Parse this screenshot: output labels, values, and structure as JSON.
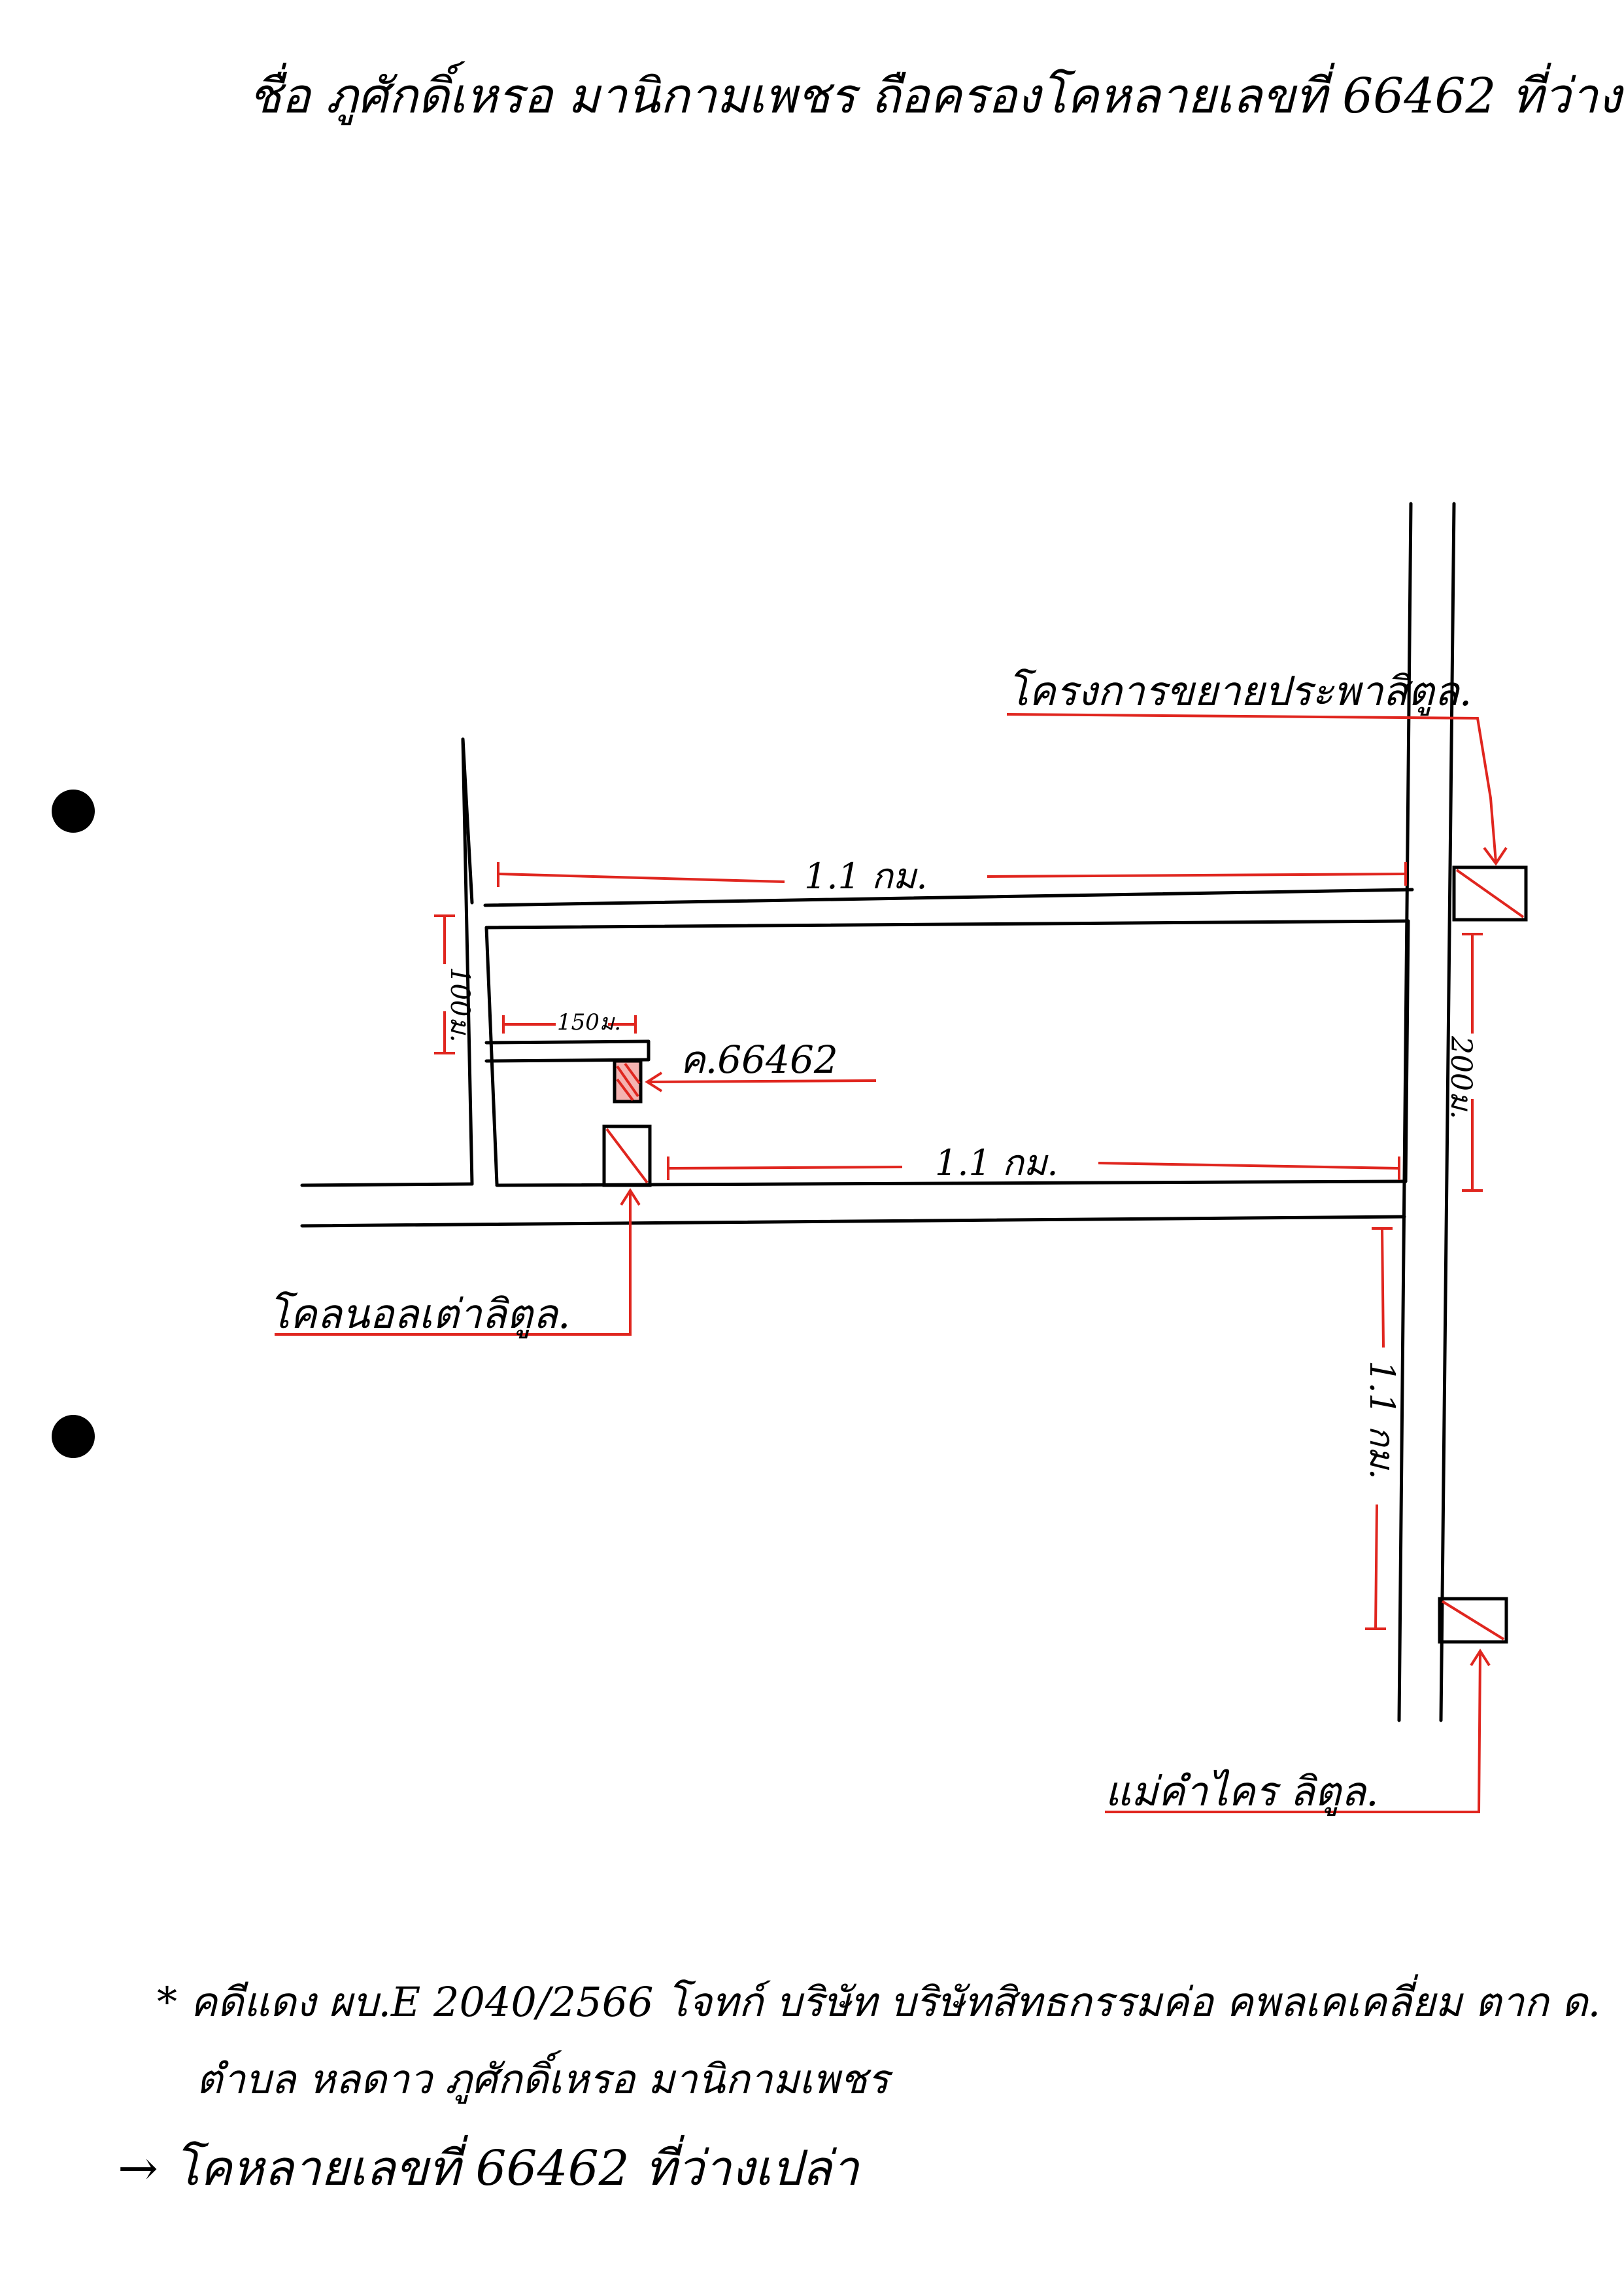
{
  "header": {
    "title": "ชื่อ ภูศักดิ์เหรอ   มานิกามเพชร  ถือครองโคหลายเลขที่  66462  ที่ว่างเปล่า."
  },
  "labels": {
    "project_pole": "โครงการขยายประพาสิตูล.",
    "old_pole": "โคลนอลเต่าลิตูล.",
    "new_pole": "แม่คำไคร ลิตูล.",
    "target_pole": "ค.66462"
  },
  "dimensions": {
    "top_road": "1.1 กม.",
    "bottom_road": "1.1 กม.",
    "left_vertical": "100ม.",
    "branch": "150ม.",
    "right_vertical": "200ม.",
    "lower_right": "1.1 กม."
  },
  "notes": {
    "line1": "* คดีแดง ผบ.E 2040/2566  โจทก์ บริษัท บริษัทสิทธกรรมค่อ คพลเคเคลี่ยม ตาก ด.",
    "line2": "ตำบล หลดาว ภูศักดิ์เหรอ  มานิกามเพชร",
    "line3": "→ โคหลายเลขที่ 66462  ที่ว่างเปล่า"
  },
  "colors": {
    "ink": "#000000",
    "red": "#e0261f"
  }
}
